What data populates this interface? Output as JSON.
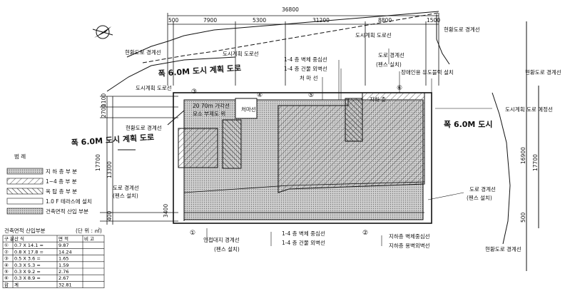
{
  "dims_top": {
    "total": "36800",
    "segments": [
      "500",
      "7900",
      "5300",
      "31200",
      "8800",
      "1500"
    ]
  },
  "dims_left": [
    "1100",
    "2700",
    "17700",
    "13300",
    "400",
    "3400"
  ],
  "dims_right": [
    "16900",
    "17700",
    "500"
  ],
  "roads": {
    "left": "폭 6.0M 도시 계획 도로",
    "top": "폭 6.0M 도시 계획 도로",
    "right": "폭 6.0M 도시"
  },
  "labels": {
    "road_boundary_top_left": "현황도로 경계선",
    "urban_plan_line_top": "도시계획 도로선",
    "urban_plan_line_top_right": "도시계획 도로선",
    "road_boundary_top_right": "현황도로 경계선",
    "urban_plan_line_left": "도시계획 도로선",
    "road_boundary_left": "현황도로 경계선",
    "wall_center_1_4": "1-4 층 벽체 중심선",
    "wall_outer_1_4": "1-4 층 건물 외벽선",
    "eaves_line": "처 마 선",
    "road_boundary_fence": "도로 경계선",
    "fence_actual": "(펜스 실치)",
    "disabled_sensor": "장애인용 유도블럭 설치",
    "road_boundary_right": "현황도로 경계선",
    "urban_plan_right": "도시계획 도로 예정선",
    "eaves_small": "처마선",
    "corner_cut": "20 70m 가각선",
    "corner_cut_2": "모소 부제도 위",
    "road_boundary_left_low": "도로 경계선",
    "fence_left_low": "(펜스 설치)",
    "adjacent_boundary": "인접대지 경계선",
    "adjacent_fence": "(펜스 설치)",
    "wall_center_low": "1-4 층 벽체 중심선",
    "wall_outer_low": "1-4 층 건물 외벽선",
    "basement_center": "지하층 벽체중심선",
    "basement_outer": "지하층 용벽외벽선",
    "road_boundary_right_low": "도로 경계선",
    "fence_right_low": "(펜스 설치)",
    "road_boundary_bottom_right": "현황도로 경계선",
    "building_label_top": "지하 층"
  },
  "markers": [
    "①",
    "②",
    "③",
    "④",
    "⑤",
    "⑥"
  ],
  "legend": {
    "title": "범                례",
    "items": [
      "지 하 층 부 분",
      "1~4 층 부 분",
      "옥 탑 층 부 분",
      "1.0 F 테라스에 설치",
      "건축면적 산입 부분"
    ]
  },
  "area_table": {
    "title": "건축면적 산입부분",
    "unit": "(단 위 : ㎡)",
    "headers": [
      "구 분",
      "산 식",
      "면 적",
      "비 고"
    ],
    "rows": [
      [
        "①",
        "0.7 X 14.1 =",
        "9.87",
        ""
      ],
      [
        "②",
        "0.8 X 17.8 =",
        "14.24",
        ""
      ],
      [
        "③",
        "0.5 X 3.6 =",
        "1.65",
        ""
      ],
      [
        "④",
        "0.3 X 5.3 =",
        "1.59",
        ""
      ],
      [
        "⑤",
        "0.3 X 9.2 =",
        "2.76",
        ""
      ],
      [
        "⑥",
        "0.3 X 8.9 =",
        "2.67",
        ""
      ]
    ],
    "total": [
      "합",
      "계",
      "32.81",
      ""
    ]
  },
  "colors": {
    "line": "#111111",
    "paper": "#ffffff"
  }
}
